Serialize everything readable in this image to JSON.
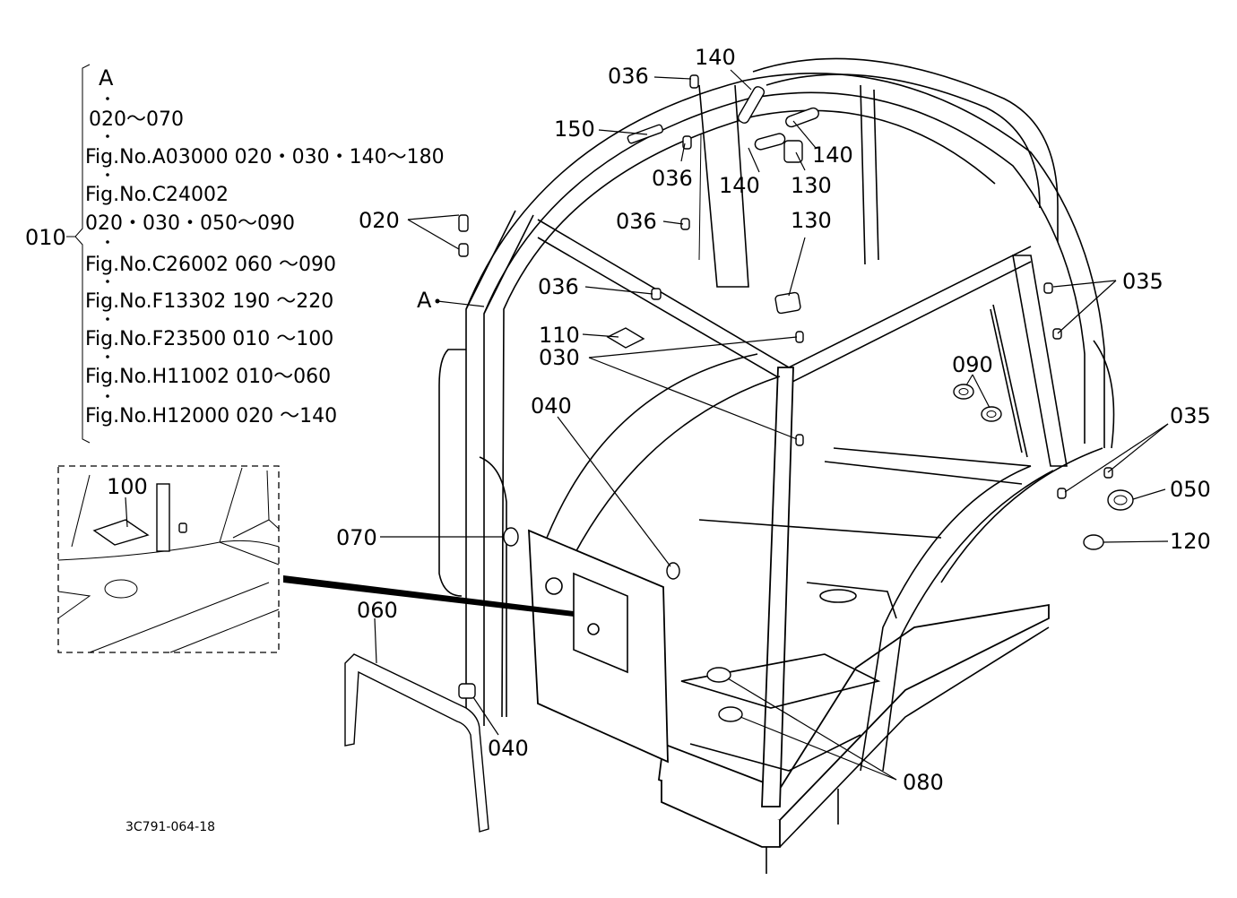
{
  "legend": {
    "group_label": "010",
    "marker": "A",
    "lines": [
      "020～070",
      "Fig.No.A03000 020・030・140～180",
      "Fig.No.C24002",
      "020・030・050～090",
      "Fig.No.C26002 060 ～090",
      "Fig.No.F13302  190 ～220",
      "Fig.No.F23500  010 ～100",
      "Fig.No.H11002 010～060",
      "Fig.No.H12000 020 ～140"
    ]
  },
  "callouts": {
    "p036_top": "036",
    "p140_top": "140",
    "p150": "150",
    "p036_b": "036",
    "p140_c": "140",
    "p140_d": "140",
    "p130_a": "130",
    "p020": "020",
    "p036_c": "036",
    "p130_b": "130",
    "p036_d": "036",
    "p035_a": "035",
    "pA": "A",
    "p110": "110",
    "p030": "030",
    "p090": "090",
    "p040_a": "040",
    "p035_b": "035",
    "p050": "050",
    "p100": "100",
    "p070": "070",
    "p120": "120",
    "p060": "060",
    "p040_b": "040",
    "p080": "080"
  },
  "drawing_number": "3C791-064-18"
}
